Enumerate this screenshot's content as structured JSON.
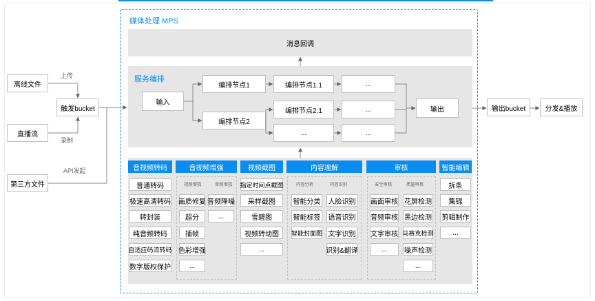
{
  "mps": {
    "title": "媒体处理 MPS"
  },
  "callback": "消息回调",
  "orchestration": {
    "title": "服务编排",
    "input": "输入",
    "node1": "编排节点1",
    "node2": "编排节点2",
    "node11": "编排节点1.1",
    "node21": "编排节点2.1",
    "ellipsis": "...",
    "output": "输出"
  },
  "sources": {
    "offline": "离线文件",
    "live": "直播流",
    "third": "第三方文件",
    "upload": "上传",
    "record": "录制",
    "api": "API发起",
    "trigger": "触发bucket"
  },
  "out": {
    "bucket": "输出bucket",
    "distribute": "分发&播放"
  },
  "cat_transcode": {
    "title": "音视频转码",
    "items": [
      "普通转码",
      "极速高清转码",
      "转封装",
      "纯音频转码",
      "自适应码流转码",
      "数字版权保护"
    ]
  },
  "cat_enhance": {
    "title": "音视频增强",
    "video_sub": "视频增强",
    "audio_sub": "音频增强",
    "video_items": [
      "画质修复",
      "超分",
      "插帧",
      "色彩增强",
      "..."
    ],
    "audio_items": [
      "音频降噪",
      "..."
    ]
  },
  "cat_snapshot": {
    "title": "视频截图",
    "items": [
      "指定时间点截图",
      "采样截图",
      "雪碧图",
      "视频转动图",
      "..."
    ]
  },
  "cat_understand": {
    "title": "内容理解",
    "analysis_sub": "内容分析",
    "recog_sub": "内容识别",
    "analysis_items": [
      "智能分类",
      "智能标签",
      "智能封面图"
    ],
    "recog_items": [
      "人脸识别",
      "语音识别",
      "文字识别",
      "识别&翻译"
    ]
  },
  "cat_review": {
    "title": "审核",
    "safe_sub": "安全审核",
    "quality_sub": "质量审核",
    "safe_items": [
      "画面审核",
      "音频审核",
      "文字审核",
      "..."
    ],
    "quality_items": [
      "花屏检测",
      "黑边检测",
      "马赛克检测",
      "噪声检测",
      "..."
    ]
  },
  "cat_edit": {
    "title": "智能编辑",
    "items": [
      "拆条",
      "集锦",
      "剪辑制作",
      "..."
    ]
  },
  "colors": {
    "accent": "#0a8cf0",
    "panel": "#e6e6e6",
    "border": "#bfbfbf"
  }
}
